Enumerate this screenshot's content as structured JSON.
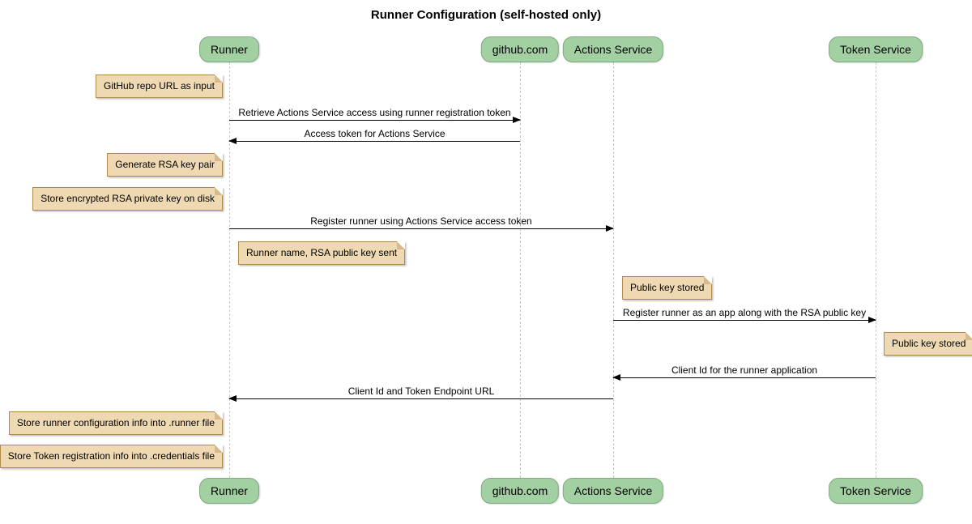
{
  "title": "Runner Configuration (self-hosted only)",
  "participants": [
    {
      "name": "Runner"
    },
    {
      "name": "github.com"
    },
    {
      "name": "Actions Service"
    },
    {
      "name": "Token Service"
    }
  ],
  "messages": [
    {
      "label": "Retrieve Actions Service access using runner registration token",
      "from": "Runner",
      "to": "github.com",
      "direction": "right"
    },
    {
      "label": "Access token for Actions Service",
      "from": "github.com",
      "to": "Runner",
      "direction": "left"
    },
    {
      "label": "Register runner using Actions Service access token",
      "from": "Runner",
      "to": "Actions Service",
      "direction": "right"
    },
    {
      "label": "Register runner as an app along with the RSA public key",
      "from": "Actions Service",
      "to": "Token Service",
      "direction": "right"
    },
    {
      "label": "Client Id for the runner application",
      "from": "Token Service",
      "to": "Actions Service",
      "direction": "left"
    },
    {
      "label": "Client Id and Token Endpoint URL",
      "from": "Actions Service",
      "to": "Runner",
      "direction": "left"
    }
  ],
  "notes": [
    {
      "text": "GitHub repo URL as input",
      "position": "left of Runner"
    },
    {
      "text": "Generate RSA key pair",
      "position": "left of Runner"
    },
    {
      "text": "Store encrypted RSA private key on disk",
      "position": "left of Runner"
    },
    {
      "text": "Runner name, RSA public key sent",
      "position": "right of Runner"
    },
    {
      "text": "Public key stored",
      "position": "right of Actions Service"
    },
    {
      "text": "Public key stored",
      "position": "right of Token Service"
    },
    {
      "text": "Store runner configuration info into .runner file",
      "position": "left of Runner"
    },
    {
      "text": "Store Token registration info into .credentials file",
      "position": "left of Runner"
    }
  ],
  "colors": {
    "participant_fill": "#a3d0a3",
    "participant_border": "#7fa97f",
    "note_fill": "#efd9b3",
    "note_border": "#b08a4a",
    "note_fold": "#d7b98a",
    "lifeline_color": "#c9c9c9",
    "arrow_color": "#000000"
  }
}
